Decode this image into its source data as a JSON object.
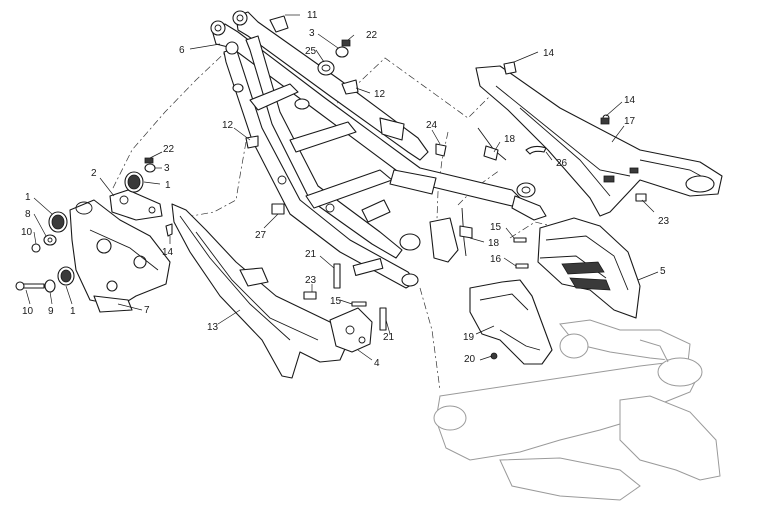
{
  "diagram": {
    "title": "Rear frame exploded parts diagram",
    "callouts": [
      {
        "id": "c11",
        "label": "11"
      },
      {
        "id": "c6",
        "label": "6"
      },
      {
        "id": "c3a",
        "label": "3"
      },
      {
        "id": "c22a",
        "label": "22"
      },
      {
        "id": "c25",
        "label": "25"
      },
      {
        "id": "c12a",
        "label": "12"
      },
      {
        "id": "c14a",
        "label": "14"
      },
      {
        "id": "c14b",
        "label": "14"
      },
      {
        "id": "c17",
        "label": "17"
      },
      {
        "id": "c12b",
        "label": "12"
      },
      {
        "id": "c24",
        "label": "24"
      },
      {
        "id": "c18a",
        "label": "18"
      },
      {
        "id": "c26",
        "label": "26"
      },
      {
        "id": "c23a",
        "label": "23"
      },
      {
        "id": "c2",
        "label": "2"
      },
      {
        "id": "c22b",
        "label": "22"
      },
      {
        "id": "c3b",
        "label": "3"
      },
      {
        "id": "c1a",
        "label": "1"
      },
      {
        "id": "c1b",
        "label": "1"
      },
      {
        "id": "c8",
        "label": "8"
      },
      {
        "id": "c10a",
        "label": "10"
      },
      {
        "id": "c14c",
        "label": "14"
      },
      {
        "id": "c27",
        "label": "27"
      },
      {
        "id": "c18b",
        "label": "18"
      },
      {
        "id": "c15a",
        "label": "15"
      },
      {
        "id": "c16",
        "label": "16"
      },
      {
        "id": "c5",
        "label": "5"
      },
      {
        "id": "c21a",
        "label": "21"
      },
      {
        "id": "c23b",
        "label": "23"
      },
      {
        "id": "c15b",
        "label": "15"
      },
      {
        "id": "c21b",
        "label": "21"
      },
      {
        "id": "c10b",
        "label": "10"
      },
      {
        "id": "c9",
        "label": "9"
      },
      {
        "id": "c1c",
        "label": "1"
      },
      {
        "id": "c7",
        "label": "7"
      },
      {
        "id": "c13",
        "label": "13"
      },
      {
        "id": "c4",
        "label": "4"
      },
      {
        "id": "c19",
        "label": "19"
      },
      {
        "id": "c20",
        "label": "20"
      }
    ]
  }
}
